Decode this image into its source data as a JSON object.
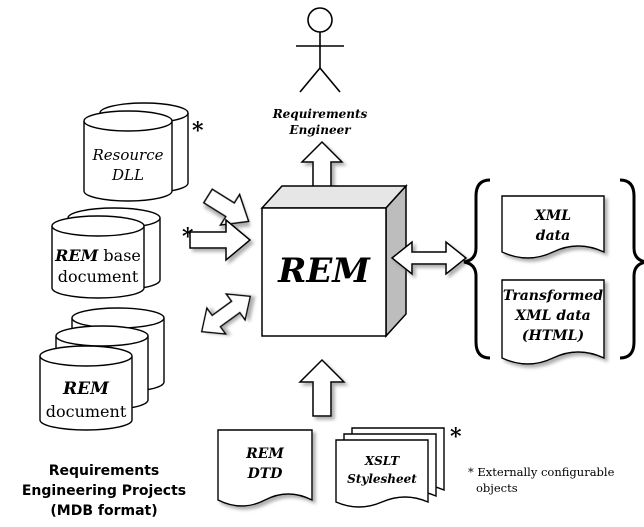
{
  "actor": {
    "label_line1": "Requirements",
    "label_line2": "Engineer"
  },
  "center": {
    "label": "REM"
  },
  "resource_dll": {
    "line1": "Resource",
    "line2": "DLL",
    "marker": "*"
  },
  "base_document": {
    "line1_em": "REM",
    "line1_rest": " base",
    "line2": "document",
    "marker": "*"
  },
  "rem_document": {
    "line1": "REM",
    "line2": "document"
  },
  "projects_caption": {
    "line1": "Requirements",
    "line2": "Engineering Projects",
    "line3": "(MDB format)"
  },
  "outputs": {
    "xml_data": {
      "line1": "XML",
      "line2": "data"
    },
    "transformed": {
      "line1": "Transformed",
      "line2": "XML data",
      "line3": "(HTML)"
    }
  },
  "dtd": {
    "line1": "REM",
    "line2": "DTD"
  },
  "xslt": {
    "line1": "XSLT",
    "line2": "Stylesheet",
    "marker": "*"
  },
  "footnote": {
    "line1": "* Externally configurable",
    "line2": "objects"
  },
  "colors": {
    "stroke": "#000000",
    "cube_front": "#ffffff",
    "cube_side": "#bdbdbd",
    "cube_top": "#e6e6e6",
    "shadow": "#8c8c8c"
  }
}
